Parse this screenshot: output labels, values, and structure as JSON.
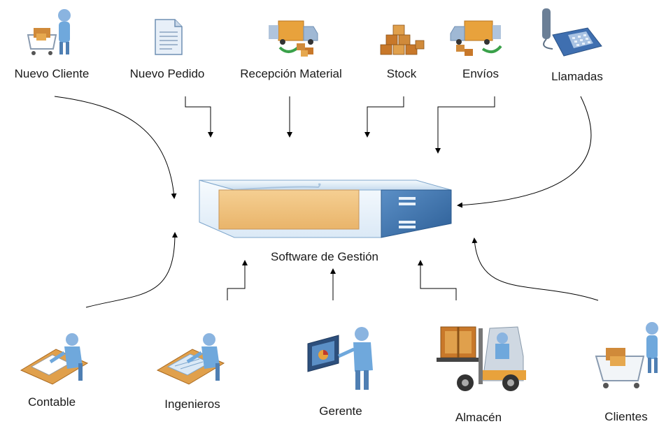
{
  "center": {
    "label": "Software de Gestión"
  },
  "inputs": [
    {
      "label": "Nuevo Cliente",
      "icon": "shopping-cart-person-icon"
    },
    {
      "label": "Nuevo Pedido",
      "icon": "document-icon"
    },
    {
      "label": "Recepción Material",
      "icon": "delivery-truck-icon"
    },
    {
      "label": "Stock",
      "icon": "stacked-boxes-icon"
    },
    {
      "label": "Envíos",
      "icon": "shipping-truck-icon"
    },
    {
      "label": "Llamadas",
      "icon": "telephone-icon"
    }
  ],
  "users": [
    {
      "label": "Contable",
      "icon": "accountant-desk-icon"
    },
    {
      "label": "Ingenieros",
      "icon": "engineer-desk-icon"
    },
    {
      "label": "Gerente",
      "icon": "manager-presentation-icon"
    },
    {
      "label": "Almacén",
      "icon": "forklift-icon"
    },
    {
      "label": "Clientes",
      "icon": "customer-cart-icon"
    }
  ],
  "colors": {
    "box_top": "#d6e6f5",
    "box_front": "#eaf3fb",
    "box_side": "#3b6fa8",
    "panel": "#f0c080",
    "arrow": "#000000",
    "person_body": "#6fa8dc",
    "box_brown": "#c8782a"
  }
}
